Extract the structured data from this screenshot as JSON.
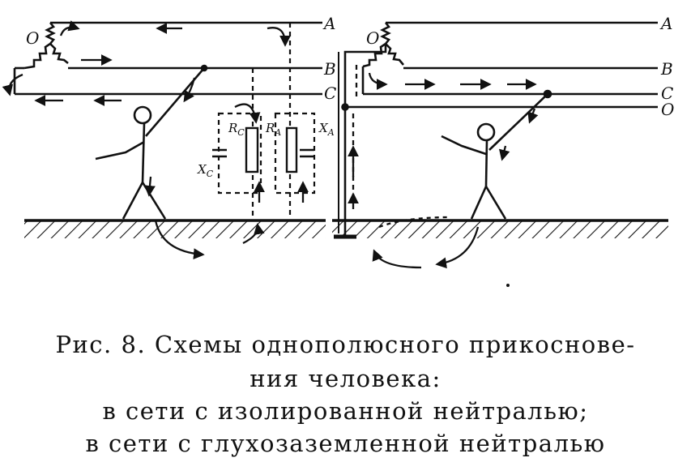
{
  "diagram": {
    "left": {
      "phase_labels": [
        "A",
        "B",
        "C"
      ],
      "neutral_label": "O",
      "component_labels": {
        "rc": "R",
        "rc_sub": "C",
        "ra": "R",
        "ra_sub": "A",
        "xc": "X",
        "xc_sub": "C",
        "xa": "X",
        "xa_sub": "A"
      }
    },
    "right": {
      "phase_labels": [
        "A",
        "B",
        "C",
        "O"
      ],
      "neutral_label": "O"
    }
  },
  "caption": {
    "line1": "Рис. 8. Схемы однополюсного прикоснове-",
    "line2": "ния человека:",
    "line3": "в сети с изолированной нейтралью;",
    "line4": "в сети с глухозаземленной нейтралью"
  }
}
